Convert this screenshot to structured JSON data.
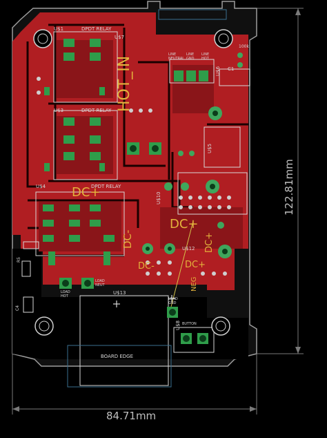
{
  "board": {
    "labels": {
      "u1": "U$1",
      "dpdt1": "DPDT RELAY",
      "u7": "U$7",
      "u3": "U$3",
      "dpdt2": "DPDT RELAY",
      "u4": "U$4",
      "dpdt3": "DPDT RELAY",
      "hot_in": "HOT_IN",
      "dc_plus_1": "DC+",
      "dc_plus_2": "DC+",
      "dc_plus_3": "DC+",
      "dc_plus_4": "DC+",
      "dc_minus_1": "DC-",
      "dc_minus_2": "DC-",
      "neg": "NEG",
      "line_neutral": "LINE NEUTRAL",
      "line_gnd": "LINE GND",
      "line_hot": "LINE HOT",
      "u10": "U$10",
      "u12": "U$12",
      "u13": "U$13",
      "u8": "U$8",
      "u5": "U$5",
      "u6": "U$6",
      "c1": "C1",
      "r100k": "100k",
      "load_hot": "LOAD HOT",
      "load_neut": "LOAD NEUT",
      "load_gnd": "LOAD GND",
      "button": "BUTTON",
      "board_edge": "BOARD EDGE",
      "r5": "R5",
      "c4": "C4"
    }
  },
  "dimensions": {
    "height": "122.81mm",
    "width": "84.71mm"
  },
  "colors": {
    "copper_top": "#b01e22",
    "copper_dark": "#7c1216",
    "silk": "#d8d8d8",
    "pad": "#2f9d4a",
    "via": "#3fa65c",
    "outline": "#9e9e9e",
    "label_gold": "#e3b23c",
    "dimension_line": "#7a7a7a"
  }
}
